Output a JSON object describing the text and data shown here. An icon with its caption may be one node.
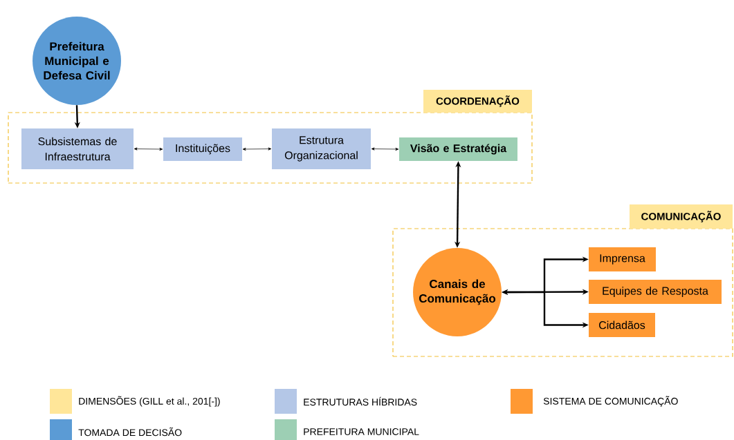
{
  "diagram": {
    "nodes": [
      {
        "text": [
          "Prefeitura Municipal e Defesa Civil"
        ]
      },
      {
        "text": [
          "COORDENAÇÃO"
        ]
      },
      {
        "text": [
          "Subsistemas de Infraestrutura"
        ],
        "in": 1
      },
      {
        "text": [
          "Instituições"
        ],
        "in": 1
      },
      {
        "text": [
          "Estrutura Organizacional"
        ],
        "in": 1
      },
      {
        "text": [
          "Visão e Estratégia"
        ],
        "in": 1
      },
      {
        "text": [
          "COMUNICAÇÃO"
        ]
      },
      {
        "text": [
          "Canais de Comunicação"
        ],
        "in": 6
      },
      {
        "text": [
          "Imprensa"
        ],
        "in": 6
      },
      {
        "text": [
          "Equipes de Resposta"
        ],
        "in": 6
      },
      {
        "text": [
          "Cidadãos"
        ],
        "in": 6
      }
    ],
    "edges": [
      {
        "from": 0,
        "to": 2,
        "arrow": "to"
      },
      {
        "from": 2,
        "to": 3,
        "arrow": "both"
      },
      {
        "from": 3,
        "to": 4,
        "arrow": "both"
      },
      {
        "from": 4,
        "to": 5,
        "arrow": "both"
      },
      {
        "from": 5,
        "to": 7,
        "arrow": "both"
      },
      {
        "from": 7,
        "to": 8,
        "arrow": "both"
      },
      {
        "from": 7,
        "to": 9,
        "arrow": "both"
      },
      {
        "from": 7,
        "to": 10,
        "arrow": "both"
      }
    ],
    "legend": [
      {
        "text": "DIMENSÕES (GILL et al., 201[-])",
        "color": "#ffe699"
      },
      {
        "text": "ESTRUTURAS HÍBRIDAS",
        "color": "#b4c7e7"
      },
      {
        "text": "SISTEMA DE COMUNICAÇÃO",
        "color": "#ff9933"
      },
      {
        "text": "TOMADA DE DECISÃO",
        "color": "#5b9bd5"
      },
      {
        "text": "PREFEITURA MUNICIPAL",
        "color": "#9dcfb4"
      }
    ]
  }
}
